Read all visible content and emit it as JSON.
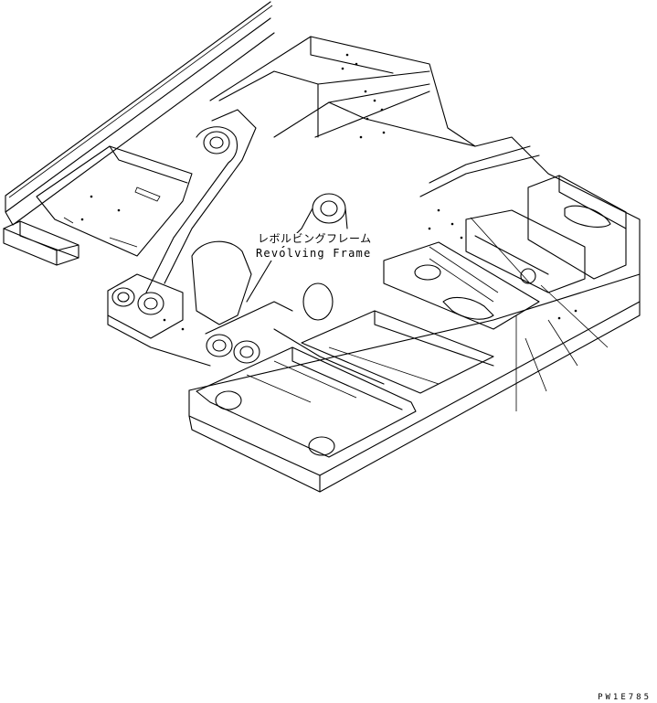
{
  "diagram": {
    "part_label_japanese": "レボルビングフレーム",
    "part_label_english": "Revolving Frame",
    "drawing_code": "PW1E785"
  }
}
